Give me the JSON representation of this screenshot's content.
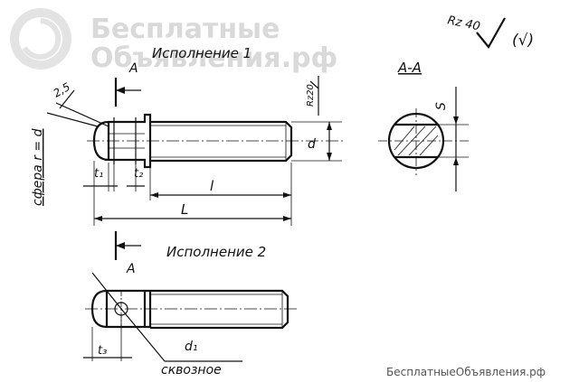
{
  "watermark": {
    "line1": "Бесплатные",
    "line2": "Объявления.рф"
  },
  "footer": "БесплатныеОбъявления.рф",
  "roughness": {
    "general": "Rz 40",
    "paren": "(√)",
    "end": "Rz20"
  },
  "views": {
    "version1": "Исполнение 1",
    "version2": "Исполнение 2",
    "section": "А-А",
    "section_marker": "А"
  },
  "dims": {
    "angle": "2,5",
    "sphere": "сфера r = d",
    "t1": "t₁",
    "t2": "t₂",
    "t3": "t₃",
    "l": "l",
    "L": "L",
    "d": "d",
    "s": "S",
    "d1": "d₁",
    "through": "сквозное"
  }
}
